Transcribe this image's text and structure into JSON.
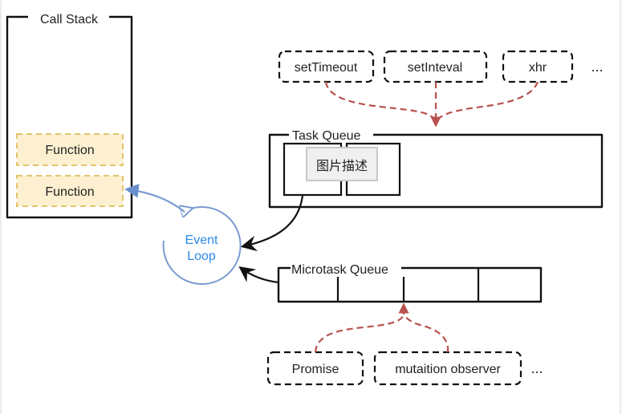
{
  "call_stack": {
    "title": "Call Stack",
    "frames": [
      "Function",
      "Function"
    ]
  },
  "event_loop": {
    "line1": "Event",
    "line2": "Loop"
  },
  "task_queue": {
    "title": "Task Queue",
    "sources": [
      "setTimeout",
      "setInteval",
      "xhr"
    ],
    "more": "..."
  },
  "microtask_queue": {
    "title": "Microtask Queue",
    "sources": [
      "Promise",
      "mutaition observer"
    ],
    "more": "..."
  },
  "image_alt": {
    "text": "图片描述"
  },
  "colors": {
    "stroke": "#111111",
    "frame_fill": "#fdf0d0",
    "frame_border": "#e2c46c",
    "event_loop": "#7a9bd0",
    "event_loop_text": "#2a8ae6",
    "source_arrow": "#b8524f"
  }
}
